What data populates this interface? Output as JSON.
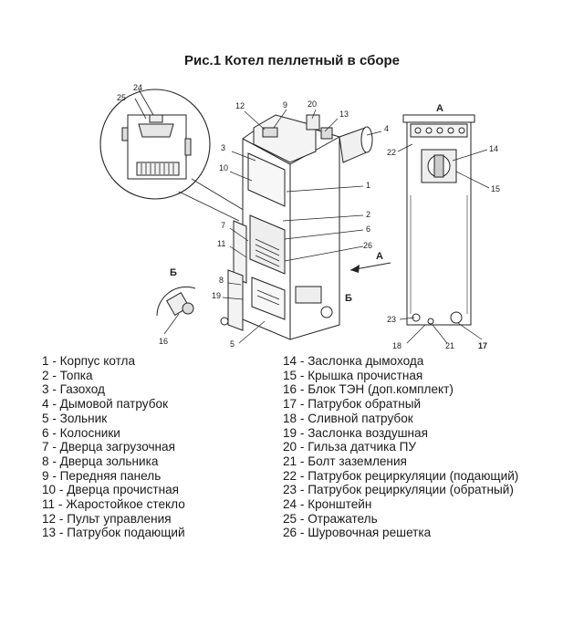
{
  "title": "Рис.1 Котел пеллетный в сборе",
  "diagram": {
    "callouts": {
      "c24": "24",
      "c25": "25",
      "c12": "12",
      "c9": "9",
      "c20": "20",
      "c13": "13",
      "c4": "4",
      "c3": "3",
      "c10": "10",
      "c1": "1",
      "c2": "2",
      "c6": "6",
      "c7": "7",
      "c11": "11",
      "c26": "26",
      "c8": "8",
      "c19": "19",
      "c18": "18",
      "c5": "5",
      "c16": "16",
      "c22": "22",
      "c14": "14",
      "c15": "15",
      "c23": "23",
      "c21": "21",
      "c17": "17"
    },
    "view_letters": {
      "a_top": "А",
      "a_arrow": "А",
      "b_top": "Б",
      "b_side": "Б"
    }
  },
  "legend_left": [
    "1 - Корпус котла",
    "2 - Топка",
    "3 - Газоход",
    "4 - Дымовой патрубок",
    "5 - Зольник",
    "6 - Колосники",
    "7 - Дверца загрузочная",
    "8 - Дверца зольника",
    "9 - Передняя панель",
    "10 - Дверца прочистная",
    "11 - Жаростойкое стекло",
    "12 - Пульт управления",
    "13 - Патрубок подающий"
  ],
  "legend_right": [
    "14 - Заслонка дымохода",
    "15 - Крышка прочистная",
    "16 - Блок ТЭН (доп.комплект)",
    "17 - Патрубок обратный",
    "18 - Сливной патрубок",
    "19 - Заслонка воздушная",
    "20 - Гильза датчика ПУ",
    "21 - Болт заземления",
    "22 - Патрубок рециркуляции (подающий)",
    "23 - Патрубок рециркуляции (обратный)",
    "24 - Кронштейн",
    "25 - Отражатель",
    "26 - Шуровочная решетка"
  ]
}
